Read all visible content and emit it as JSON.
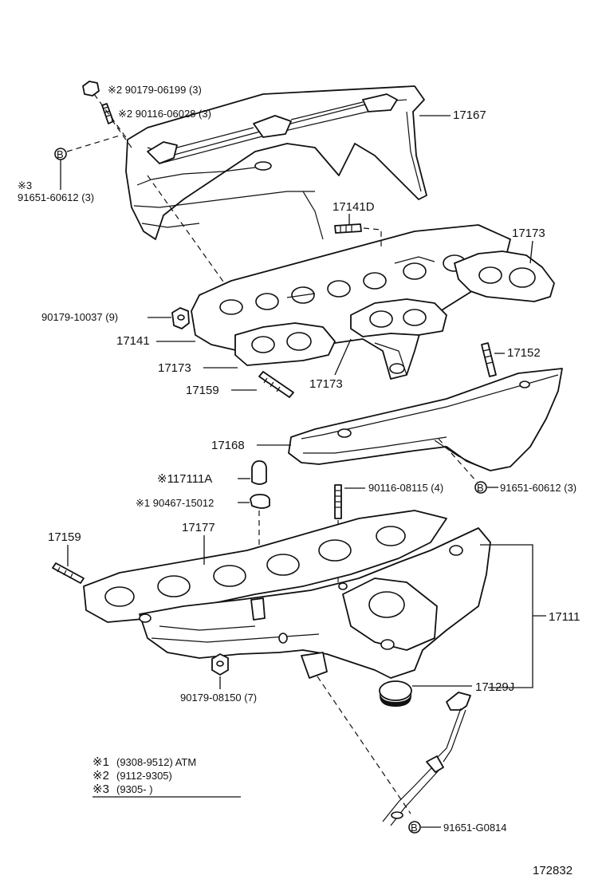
{
  "labels": {
    "p_90179_06199": "※2 90179-06199 (3)",
    "p_90116_06028": "※2 90116-06028 (3)",
    "p_17167": "17167",
    "p_91651_60612_a_note": "※3",
    "p_91651_60612_a": "91651-60612 (3)",
    "p_17141D": "17141D",
    "p_17173_a": "17173",
    "p_90179_10037": "90179-10037 (9)",
    "p_17141": "17141",
    "p_17152": "17152",
    "p_17173_b": "17173",
    "p_17173_c": "17173",
    "p_17159_a": "17159",
    "p_17168": "17168",
    "p_91651_60612_b": "91651-60612 (3)",
    "p_17111A": "※117111A",
    "p_90467_15012": "※1 90467-15012",
    "p_90116_08115": "90116-08115 (4)",
    "p_17159_b": "17159",
    "p_17177": "17177",
    "p_17111": "17111",
    "p_90179_08150": "90179-08150 (7)",
    "p_17129J": "17129J",
    "p_91651_G0814": "91651-G0814",
    "b_marker": "B",
    "figure_id": "172832"
  },
  "legend": [
    {
      "mark": "※1",
      "text": "(9308-9512) ATM"
    },
    {
      "mark": "※2",
      "text": "(9112-9305)"
    },
    {
      "mark": "※3",
      "text": "(9305-         )"
    }
  ]
}
